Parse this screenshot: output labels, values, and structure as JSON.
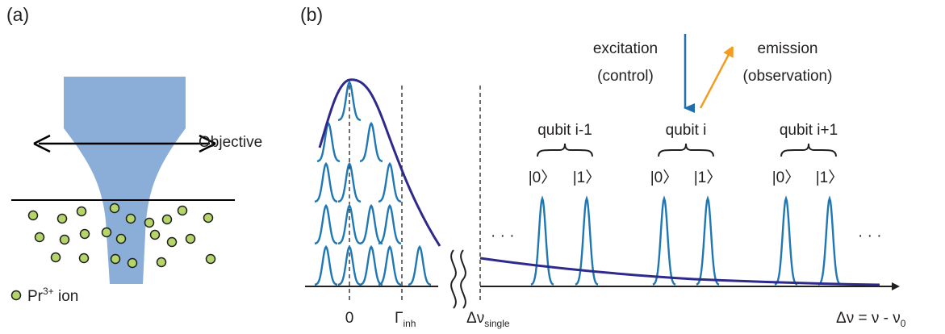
{
  "panel_a": {
    "label": "(a)",
    "objective_label": "Objective",
    "legend_label_prefix": "Pr",
    "legend_label_sup": "3+",
    "legend_label_suffix": " ion",
    "colors": {
      "beam": "#8aaed8",
      "ion_fill": "#b5d56a",
      "ion_stroke": "#1f1f1f"
    }
  },
  "panel_b": {
    "label": "(b)",
    "excitation_label": "excitation",
    "control_label": "(control)",
    "emission_label": "emission",
    "observation_label": "(observation)",
    "qubits": [
      {
        "name": "qubit i-1",
        "state0": "|0〉",
        "state1": "|1〉"
      },
      {
        "name": "qubit i",
        "state0": "|0〉",
        "state1": "|1〉"
      },
      {
        "name": "qubit i+1",
        "state0": "|0〉",
        "state1": "|1〉"
      }
    ],
    "ellipsis_left": "· · ·",
    "ellipsis_right": "· · ·",
    "tick_zero": "0",
    "tick_gamma": "Γ",
    "tick_gamma_sub": "inh",
    "tick_delta": "Δν",
    "tick_delta_sub": "single",
    "axis_label": "Δν = ν - ν",
    "axis_label_sub": "0",
    "colors": {
      "peak": "#1f77b4",
      "envelope": "#2e2a8c",
      "excitation_arrow": "#1f6fae",
      "emission_arrow": "#f39c1f"
    }
  }
}
